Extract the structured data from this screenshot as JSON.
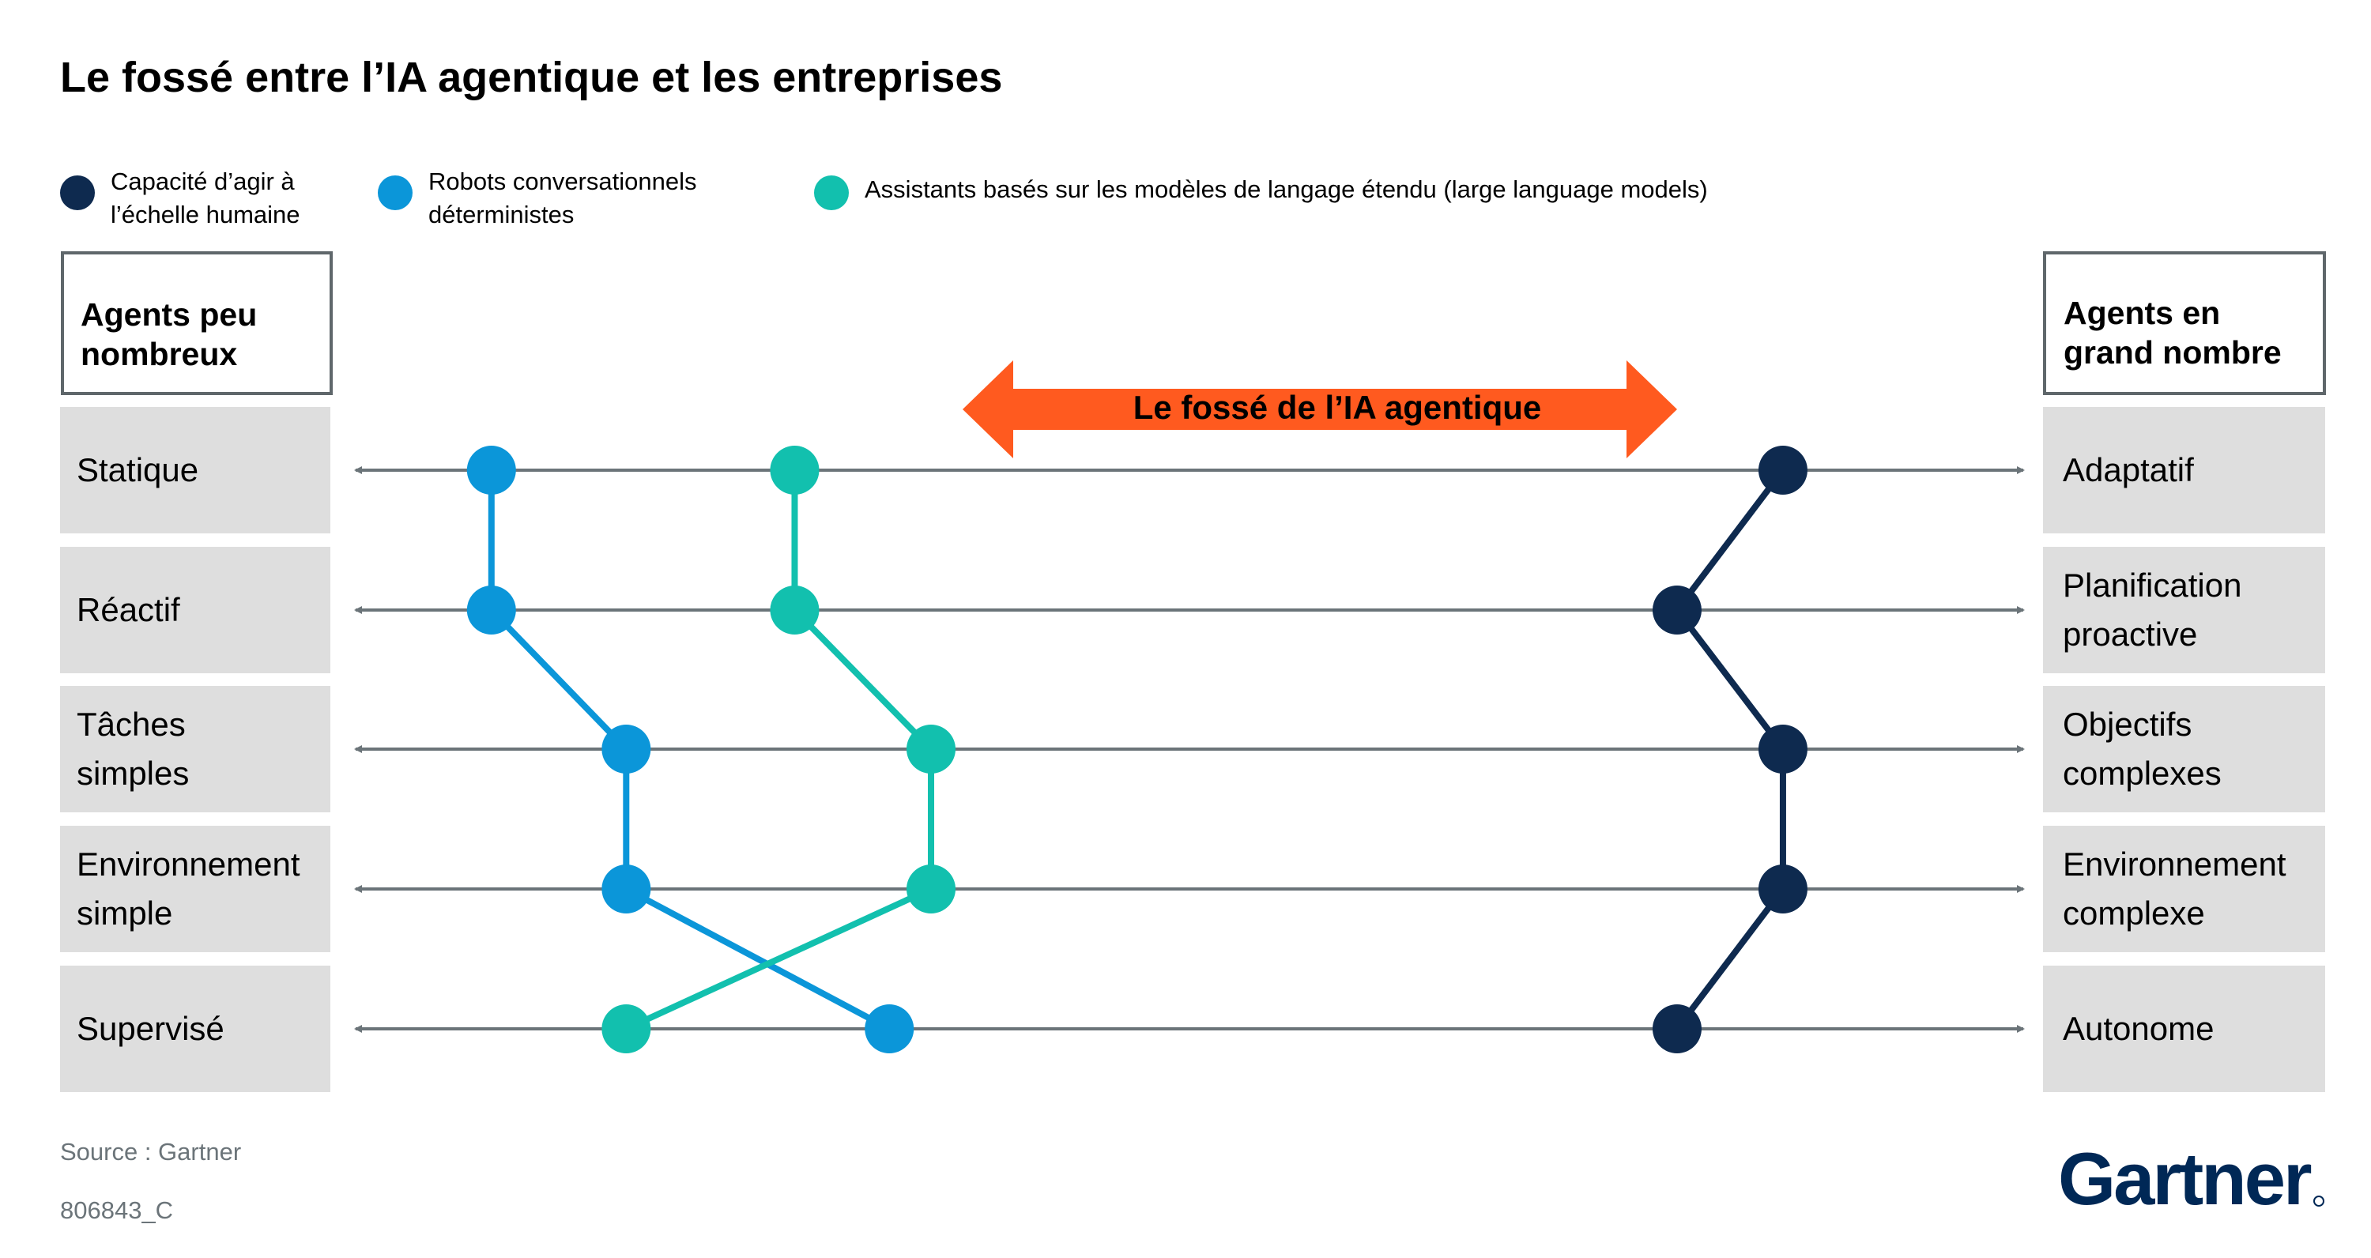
{
  "title": "Le fossé entre l’IA agentique et les entreprises",
  "legend": [
    {
      "key": "human",
      "lines": [
        "Capacité d’agir à",
        "l’échelle humaine"
      ],
      "color": "#0E2A4F"
    },
    {
      "key": "bots",
      "lines": [
        "Robots conversationnels",
        "déterministes"
      ],
      "color": "#0B96D9"
    },
    {
      "key": "llm",
      "lines": [
        "Assistants basés sur les modèles de langage étendu (large language models)"
      ],
      "color": "#12C0AE"
    }
  ],
  "left_header": [
    "Agents peu",
    "nombreux"
  ],
  "right_header": [
    "Agents en",
    "grand nombre"
  ],
  "gap_label": "Le fossé de l’IA agentique",
  "gap_color": "#FF5A1F",
  "rows": [
    {
      "left": [
        "Statique"
      ],
      "right": [
        "Adaptatif"
      ]
    },
    {
      "left": [
        "Réactif"
      ],
      "right": [
        "Planification",
        "proactive"
      ]
    },
    {
      "left": [
        "Tâches",
        "simples"
      ],
      "right": [
        "Objectifs",
        "complexes"
      ]
    },
    {
      "left": [
        "Environnement",
        "simple"
      ],
      "right": [
        "Environnement",
        "complexe"
      ]
    },
    {
      "left": [
        "Supervisé"
      ],
      "right": [
        "Autonome"
      ]
    }
  ],
  "series_positions": {
    "note_scale": "0 = left end of spectrum, 1 = right end",
    "bots": [
      0.06,
      0.06,
      0.144,
      0.144,
      0.308
    ],
    "llm": [
      0.249,
      0.249,
      0.334,
      0.334,
      0.144
    ],
    "human": [
      0.865,
      0.799,
      0.865,
      0.865,
      0.799
    ]
  },
  "footer": {
    "source": "Source : Gartner",
    "code": "806843_C",
    "logo": "Gartner"
  },
  "colors": {
    "box_fill": "#DEDEDE",
    "axis_line": "#6B7479",
    "header_border": "#5F676B",
    "logo": "#002856"
  }
}
